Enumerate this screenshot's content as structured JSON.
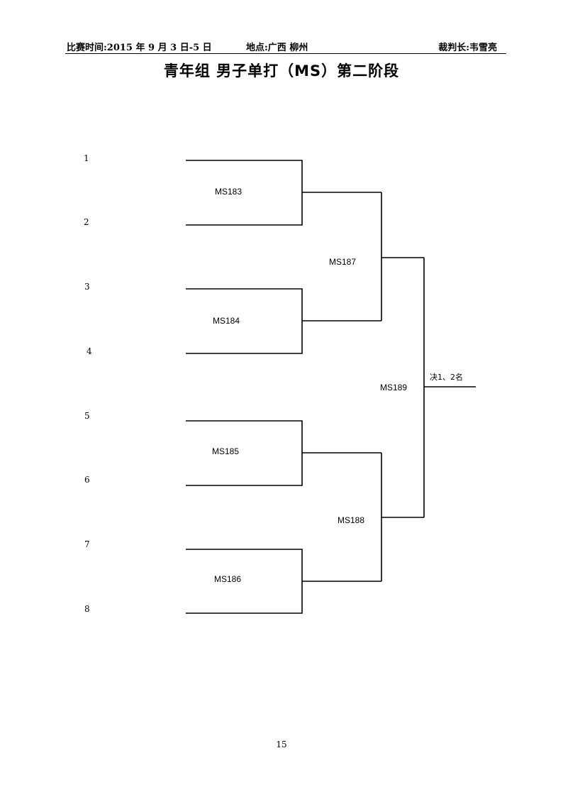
{
  "header": {
    "time": "比赛时间:2015 年 9 月 3 日-5 日",
    "venue": "地点:广西  柳州",
    "referee": "裁判长:韦雪亮"
  },
  "title": "青年组  男子单打（MS）第二阶段",
  "seeds": [
    "1",
    "2",
    "3",
    "4",
    "5",
    "6",
    "7",
    "8"
  ],
  "matches": {
    "r1": [
      "MS183",
      "MS184",
      "MS185",
      "MS186"
    ],
    "r2": [
      "MS187",
      "MS188"
    ],
    "final": "MS189"
  },
  "final_note": "决1、2名",
  "page_number": "15"
}
